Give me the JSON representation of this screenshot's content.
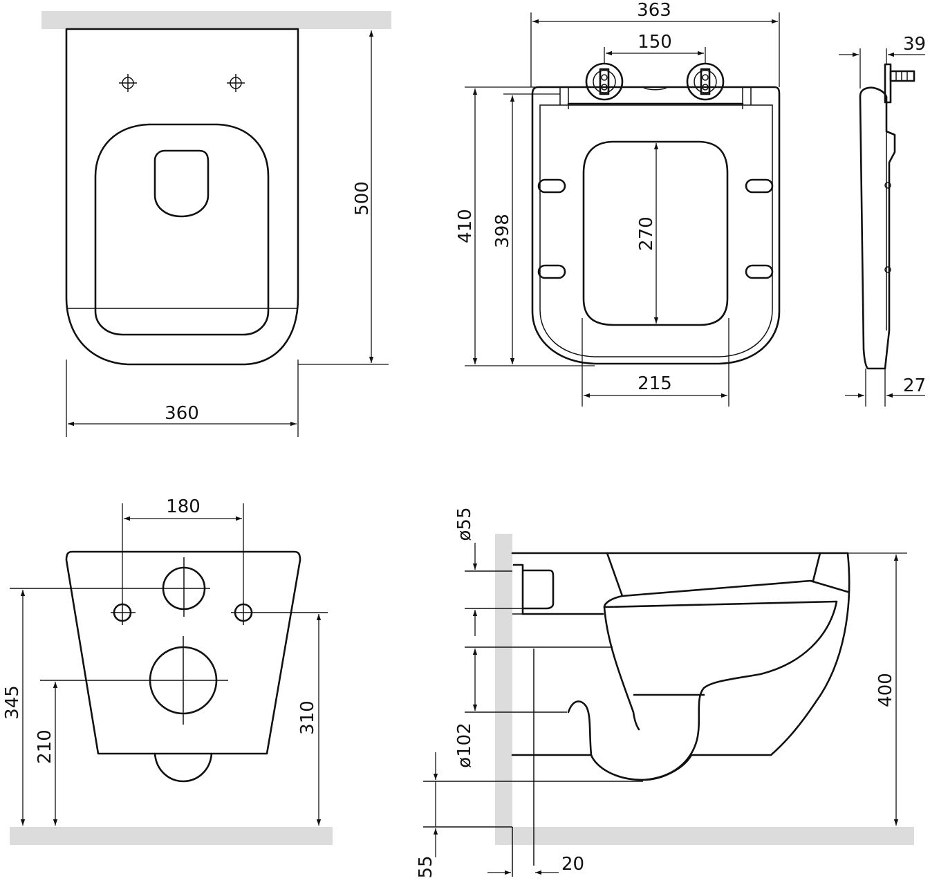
{
  "diagram": {
    "views": {
      "front_top_view": {
        "width_label": "360",
        "depth_label": "500"
      },
      "seat_view": {
        "overall_width_label": "363",
        "hinge_spacing_label": "150",
        "overall_depth_label": "410",
        "seat_depth_label": "398",
        "opening_length_label": "270",
        "opening_width_label": "215"
      },
      "seat_side_view": {
        "hinge_height_label": "39",
        "seat_thickness_label": "27"
      },
      "rear_view": {
        "bolt_spacing_label": "180",
        "top_height_label": "345",
        "outlet_height_label": "210",
        "bolt_height_label": "310"
      },
      "side_view": {
        "inlet_diameter_label": "ø55",
        "outlet_diameter_label": "ø102",
        "height_label": "400",
        "floor_offset_label": "55",
        "wall_offset_label": "20"
      }
    },
    "colors": {
      "line": "#111111",
      "wall_fill": "#dcdcdc",
      "background": "#ffffff"
    }
  }
}
